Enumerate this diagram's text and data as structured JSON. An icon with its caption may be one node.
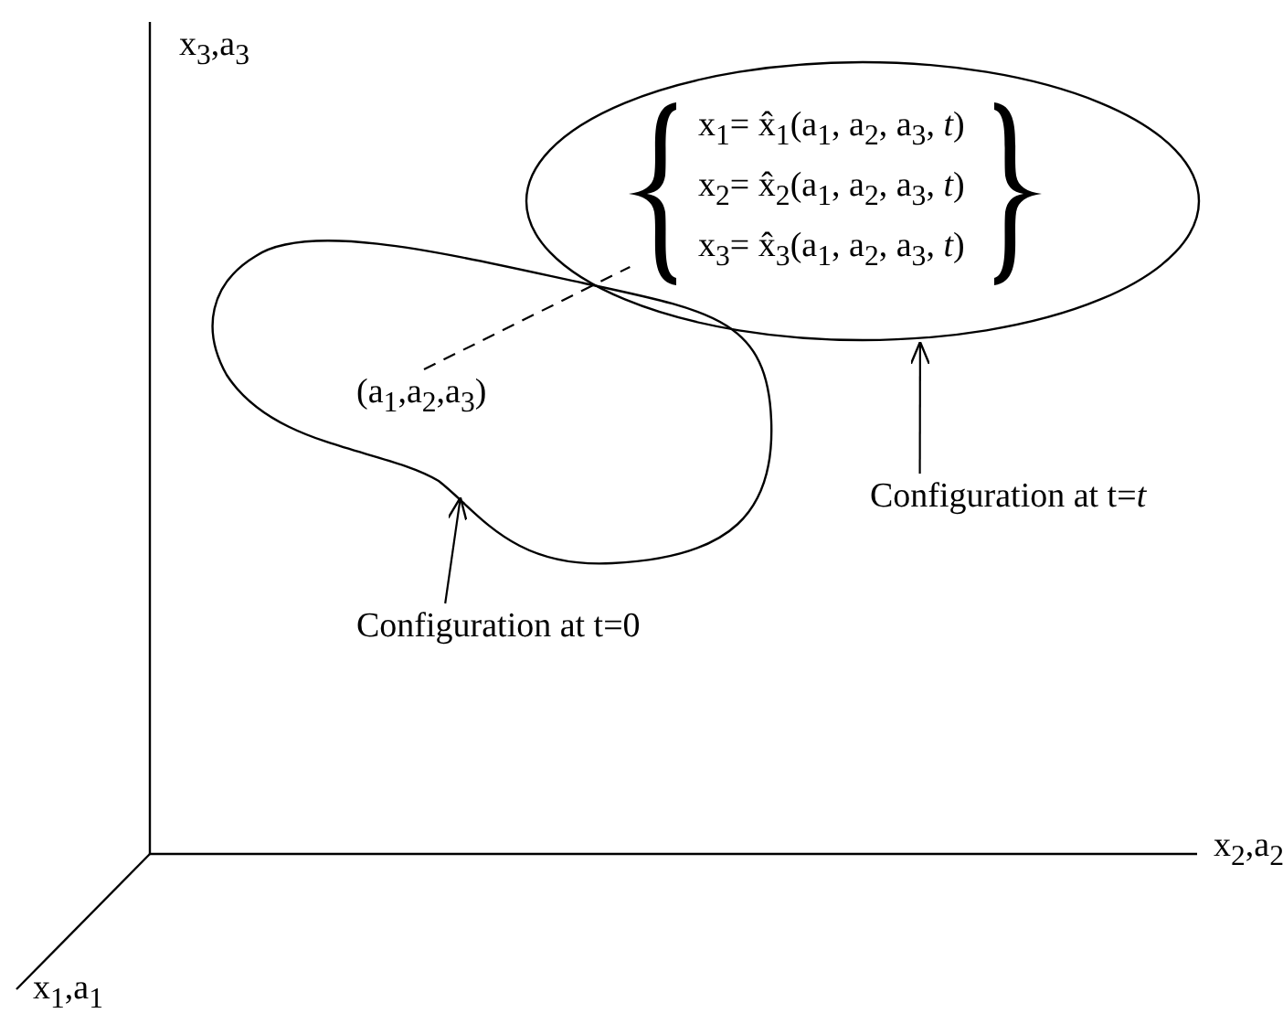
{
  "diagram": {
    "nodes": [
      {
        "text": [],
        "shape": "blob"
      },
      {
        "text": [
          "(a$_{1}$,a$_{2}$,a$_{3}$)"
        ],
        "in": 0
      },
      {
        "text": [],
        "shape": "ellipse"
      },
      {
        "text": [
          "x$_{1}$= x̂$_{1}$(a$_{1}$, a$_{2}$, a$_{3}$, *t*)",
          "x$_{2}$= x̂$_{2}$(a$_{1}$, a$_{2}$, a$_{3}$, *t*)",
          "x$_{3}$= x̂$_{3}$(a$_{1}$, a$_{2}$, a$_{3}$, *t*)"
        ],
        "in": 2
      },
      {
        "text": [
          "Configuration at t=0"
        ]
      },
      {
        "text": [
          "Configuration at  t=*t*"
        ]
      }
    ],
    "edges": [
      {
        "from": 1,
        "to": 3,
        "arrow": "none",
        "style": "dashed"
      },
      {
        "from": 4,
        "to": 0,
        "arrow": "to"
      },
      {
        "from": 5,
        "to": 2,
        "arrow": "to"
      }
    ],
    "labels": [
      "x$_{3}$,a$_{3}$",
      "x$_{2}$,a$_{2}$",
      "x$_{1}$,a$_{1}$"
    ]
  }
}
